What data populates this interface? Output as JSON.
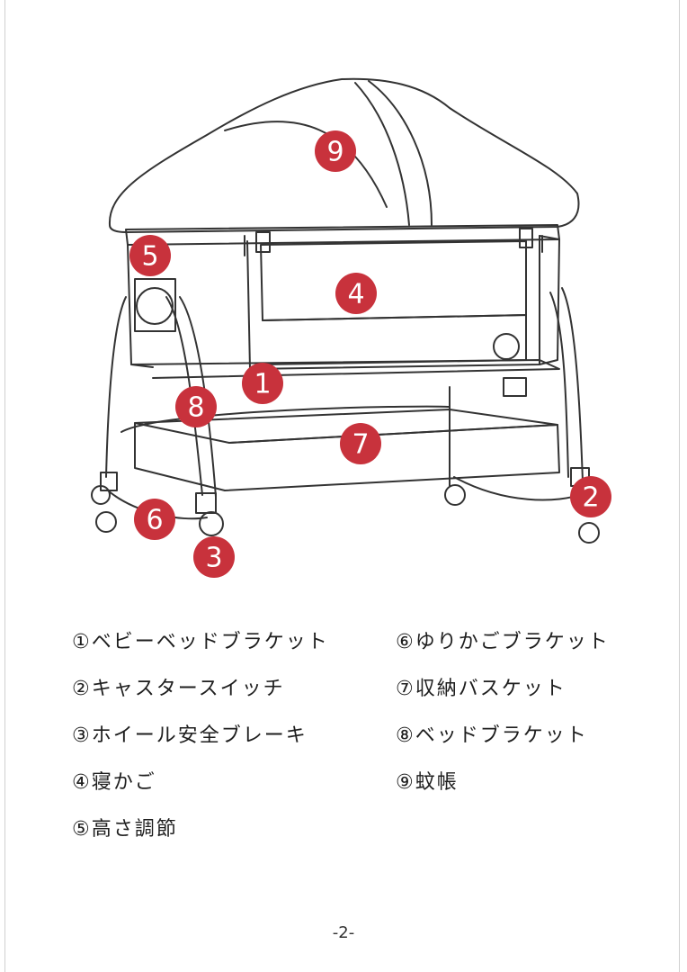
{
  "badges": {
    "b1": "1",
    "b2": "2",
    "b3": "3",
    "b4": "4",
    "b5": "5",
    "b6": "6",
    "b7": "7",
    "b8": "8",
    "b9": "9"
  },
  "colors": {
    "badge": "#c8323c",
    "line": "#333333"
  },
  "legend": [
    "①ベビーベッドブラケット",
    "②キャスタースイッチ",
    "③ホイール安全ブレーキ",
    "④寝かご",
    "⑤高さ調節",
    "⑥ゆりかごブラケット",
    "⑦収納バスケット",
    "⑧ベッドブラケット",
    "⑨蚊帳"
  ],
  "page_number": "-2-"
}
